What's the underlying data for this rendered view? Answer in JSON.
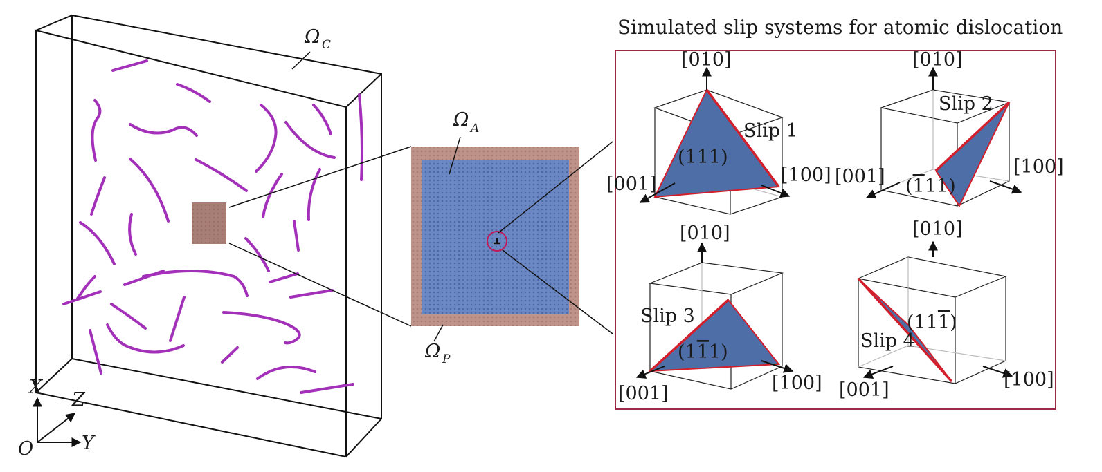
{
  "title": "Simulated slip systems for atomic dislocation",
  "regions": {
    "continuum": {
      "symbol": "Ω",
      "sub": "C"
    },
    "atomistic": {
      "symbol": "Ω",
      "sub": "A"
    },
    "padding": {
      "symbol": "Ω",
      "sub": "P"
    }
  },
  "axes": {
    "x": "X",
    "y": "Y",
    "z": "Z",
    "origin": "O"
  },
  "cube_axes": {
    "top": "[010]",
    "left": "[001]",
    "right": "[100]"
  },
  "slips": [
    {
      "name": "Slip 1",
      "plane": "(111)",
      "plane_parts": [
        "(111)",
        "",
        ""
      ]
    },
    {
      "name": "Slip 2",
      "plane": "(1̄11)",
      "plane_parts": [
        "(",
        "1",
        "11)"
      ]
    },
    {
      "name": "Slip 3",
      "plane": "(11̄1)",
      "plane_parts": [
        "(1",
        "1",
        "1)"
      ]
    },
    {
      "name": "Slip 4",
      "plane": "(111̄)",
      "plane_parts": [
        "(11",
        "1",
        ")"
      ]
    }
  ],
  "colors": {
    "dislocation": "#a330b8",
    "atomistic_region": "#5f7fbd",
    "padding_region": "#b88c82",
    "slip_plane": "#4e6ea8",
    "slip_edge": "#d21f2b",
    "panel_border": "#9b2a45"
  }
}
